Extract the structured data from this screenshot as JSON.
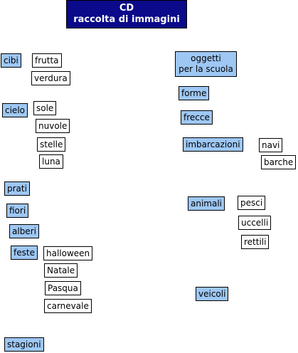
{
  "title": {
    "line1": "CD",
    "line2": "raccolta di immagini"
  },
  "colors": {
    "category_fill": "#9ec7f4",
    "title_fill": "#0a0a8a"
  },
  "categories": {
    "cibi": "cibi",
    "cielo": "cielo",
    "prati": "prati",
    "fiori": "fiori",
    "alberi": "alberi",
    "feste": "feste",
    "stagioni": "stagioni",
    "oggetti_line1": "oggetti",
    "oggetti_line2": "per la scuola",
    "forme": "forme",
    "frecce": "frecce",
    "imbarcazioni": "imbarcazioni",
    "animali": "animali",
    "veicoli": "veicoli"
  },
  "items": {
    "frutta": "frutta",
    "verdura": "verdura",
    "sole": "sole",
    "nuvole": "nuvole",
    "stelle": "stelle",
    "luna": "luna",
    "halloween": "halloween",
    "natale": "Natale",
    "pasqua": "Pasqua",
    "carnevale": "carnevale",
    "navi": "navi",
    "barche": "barche",
    "pesci": "pesci",
    "uccelli": "uccelli",
    "rettili": "rettili"
  }
}
